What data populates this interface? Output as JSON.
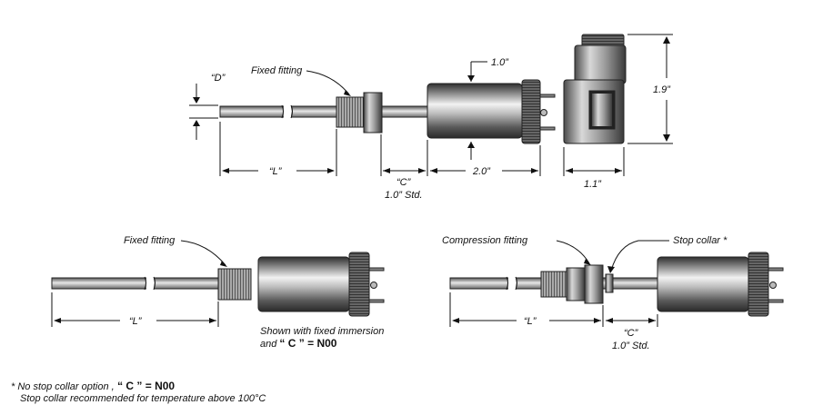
{
  "diagram": {
    "top": {
      "dim_d": "“D”",
      "fixed_fitting": "Fixed fitting",
      "dim_l": "“L”",
      "dim_c": "“C”",
      "c_std": "1.0” Std.",
      "dim_2": "2.0”",
      "dim_1": "1.0”",
      "dim_19": "1.9”",
      "dim_11": "1.1”"
    },
    "left": {
      "fixed_fitting": "Fixed fitting",
      "dim_l": "“L”",
      "shown_line1": "Shown with fixed immersion",
      "shown_line2_prefix": "and ",
      "shown_line2_c": "“ C ”",
      "shown_line2_eq": " = ",
      "shown_line2_code": "N00"
    },
    "right": {
      "compression_fitting": "Compression fitting",
      "stop_collar": "Stop collar *",
      "dim_l": "“L”",
      "dim_c": "“C”",
      "c_std": "1.0” Std."
    },
    "footnote": {
      "line1_prefix": "*  No stop collar option ,",
      "line1_c": " “ C ”",
      "line1_eq": " = ",
      "line1_code": "N00",
      "line2": "Stop collar recommended for temperature above 100°C"
    }
  },
  "colors": {
    "line": "#111111",
    "metal_dark": "#3a3a3a",
    "metal_light": "#e6e6e6"
  }
}
